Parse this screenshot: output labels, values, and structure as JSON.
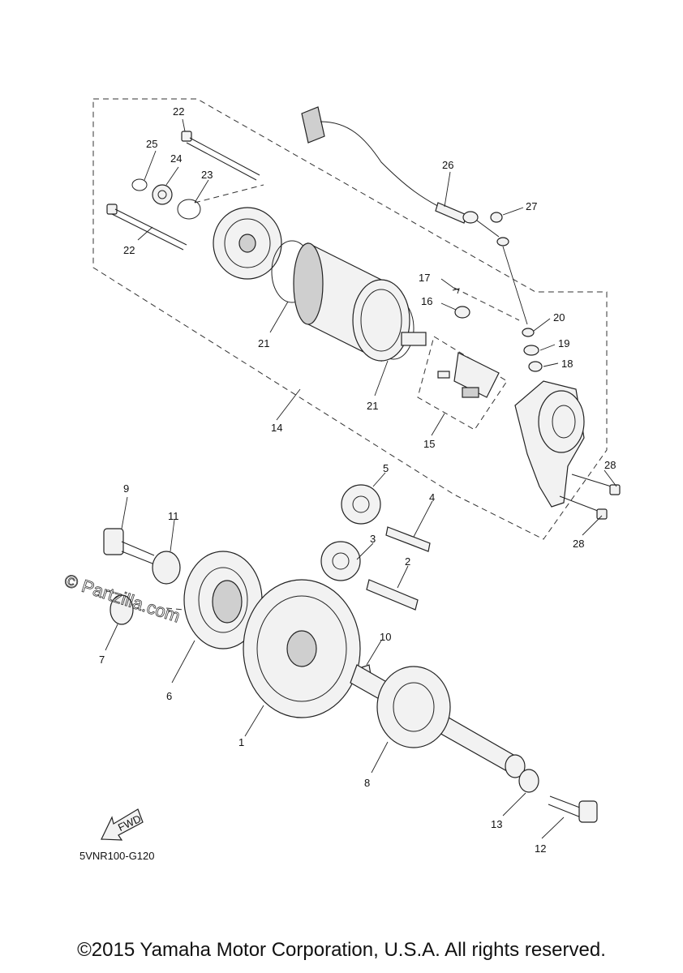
{
  "diagram": {
    "part_numbers": [
      "1",
      "2",
      "3",
      "4",
      "5",
      "6",
      "7",
      "8",
      "9",
      "10",
      "11",
      "12",
      "13",
      "14",
      "15",
      "16",
      "17",
      "18",
      "19",
      "20",
      "21",
      "21",
      "22",
      "22",
      "23",
      "24",
      "25",
      "26",
      "27",
      "28",
      "28"
    ],
    "drawing_code": "5VNR100-G120",
    "fwd_label": "FWD",
    "watermark": "© Partzilla.com",
    "copyright": "©2015 Yamaha Motor Corporation, U.S.A. All rights reserved."
  }
}
